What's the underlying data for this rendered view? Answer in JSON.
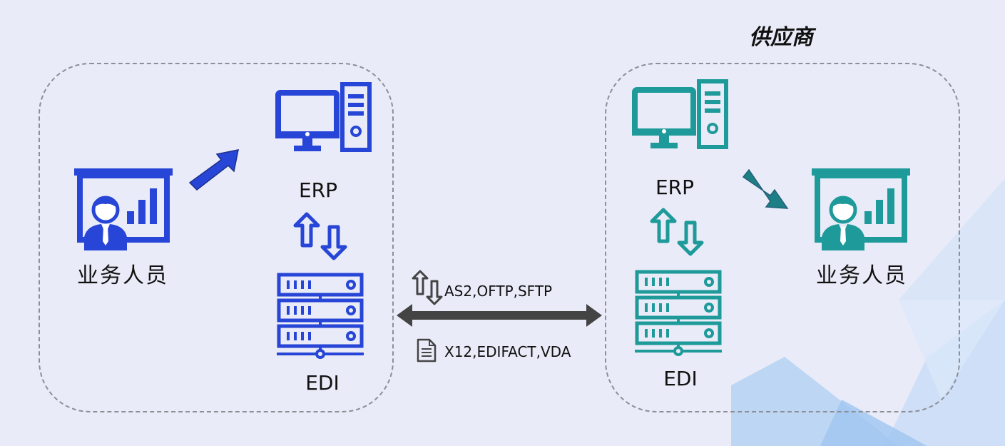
{
  "supplier_title": "供应商",
  "left": {
    "erp_label": "ERP",
    "edi_label": "EDI",
    "person_label": "业务人员",
    "color": "#2745d6"
  },
  "right": {
    "erp_label": "ERP",
    "edi_label": "EDI",
    "person_label": "业务人员",
    "color": "#1d9a99"
  },
  "link": {
    "protocols": "AS2,OFTP,SFTP",
    "formats": "X12,EDIFACT,VDA",
    "color": "#444444"
  },
  "icons": {
    "computer": "computer-icon",
    "server": "server-icon",
    "presenter": "presenter-icon",
    "sync": "sync-arrows-icon",
    "document": "document-icon"
  }
}
